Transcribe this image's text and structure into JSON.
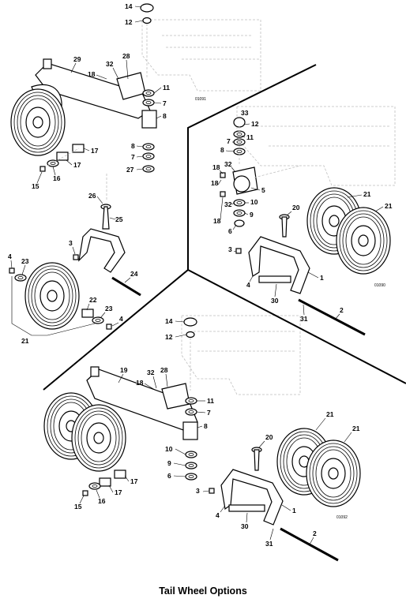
{
  "caption": "Tail Wheel Options",
  "figure_ids": [
    "01091",
    "01090",
    "01092"
  ],
  "panels": {
    "top_left": {
      "callouts": [
        "14",
        "12",
        "29",
        "28",
        "32",
        "18",
        "11",
        "7",
        "8",
        "8",
        "7",
        "27",
        "17",
        "17",
        "16",
        "15",
        "26",
        "25",
        "3",
        "24",
        "4",
        "23",
        "22",
        "23",
        "4",
        "21"
      ]
    },
    "right": {
      "callouts": [
        "33",
        "12",
        "11",
        "7",
        "8",
        "32",
        "18",
        "18",
        "5",
        "32",
        "10",
        "9",
        "6",
        "18",
        "20",
        "21",
        "21",
        "3",
        "4",
        "30",
        "1",
        "31",
        "2"
      ]
    },
    "bottom": {
      "callouts": [
        "14",
        "12",
        "19",
        "32",
        "28",
        "18",
        "11",
        "7",
        "8",
        "10",
        "9",
        "6",
        "17",
        "17",
        "16",
        "15",
        "3",
        "20",
        "21",
        "21",
        "4",
        "30",
        "1",
        "31",
        "2"
      ]
    }
  }
}
